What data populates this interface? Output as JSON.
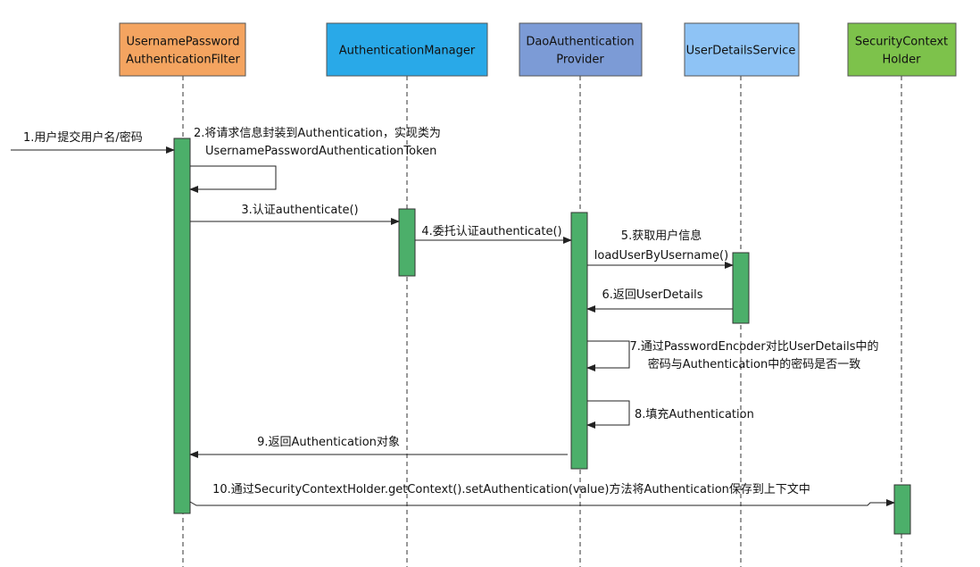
{
  "participants": [
    {
      "id": "filter",
      "lines": [
        "UsernamePassword",
        "AuthenticationFilter"
      ],
      "color": "#F4A460"
    },
    {
      "id": "manager",
      "lines": [
        "AuthenticationManager"
      ],
      "color": "#29A9E8"
    },
    {
      "id": "provider",
      "lines": [
        "DaoAuthentication",
        "Provider"
      ],
      "color": "#7C9BD6"
    },
    {
      "id": "uds",
      "lines": [
        "UserDetailsService"
      ],
      "color": "#8EC3F5"
    },
    {
      "id": "holder",
      "lines": [
        "SecurityContext",
        "Holder"
      ],
      "color": "#7DC24B"
    }
  ],
  "messages": [
    {
      "id": "m1",
      "lines": [
        "1.用户提交用户名/密码"
      ]
    },
    {
      "id": "m2",
      "lines": [
        "2.将请求信息封装到Authentication，实现类为",
        "UsernamePasswordAuthenticationToken"
      ]
    },
    {
      "id": "m3",
      "lines": [
        "3.认证authenticate()"
      ]
    },
    {
      "id": "m4",
      "lines": [
        "4.委托认证authenticate()"
      ]
    },
    {
      "id": "m5",
      "lines": [
        "5.获取用户信息",
        "loadUserByUsername()"
      ]
    },
    {
      "id": "m6",
      "lines": [
        "6.返回UserDetails"
      ]
    },
    {
      "id": "m7",
      "lines": [
        "7.通过PasswordEncoder对比UserDetails中的",
        "密码与Authentication中的密码是否一致"
      ]
    },
    {
      "id": "m8",
      "lines": [
        "8.填充Authentication"
      ]
    },
    {
      "id": "m9",
      "lines": [
        "9.返回Authentication对象"
      ]
    },
    {
      "id": "m10",
      "lines": [
        "10.通过SecurityContextHolder.getContext().setAuthentication(value)方法将Authentication保存到上下文中"
      ]
    }
  ],
  "colors": {
    "activation": "#4CAF6A",
    "line": "#222222",
    "box_border": "#555555"
  }
}
